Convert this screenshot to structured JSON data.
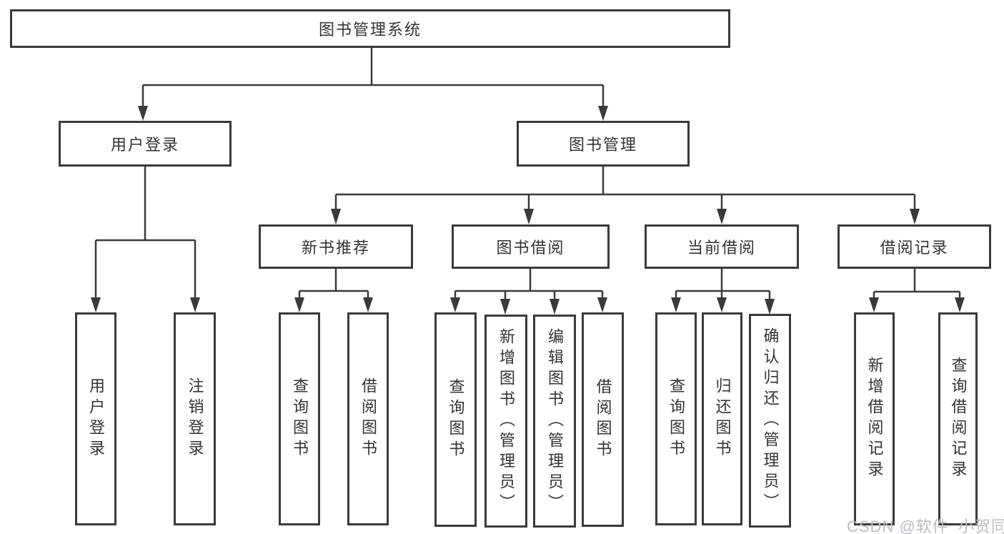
{
  "tree": {
    "root": {
      "label": "图书管理系统"
    },
    "level2": [
      {
        "label": "用户登录",
        "children": [
          {
            "label": "用户登录"
          },
          {
            "label": "注销登录"
          }
        ]
      },
      {
        "label": "图书管理",
        "children": [
          {
            "label": "新书推荐",
            "children": [
              {
                "label": "查询图书"
              },
              {
                "label": "借阅图书"
              }
            ]
          },
          {
            "label": "图书借阅",
            "children": [
              {
                "label": "查询图书"
              },
              {
                "label": "新增图书（管理员）"
              },
              {
                "label": "编辑图书（管理员）"
              },
              {
                "label": "借阅图书"
              }
            ]
          },
          {
            "label": "当前借阅",
            "children": [
              {
                "label": "查询图书"
              },
              {
                "label": "归还图书"
              },
              {
                "label": "确认归还（管理员）"
              }
            ]
          },
          {
            "label": "借阅记录",
            "children": [
              {
                "label": "新增借阅记录"
              },
              {
                "label": "查询借阅记录"
              }
            ]
          }
        ]
      }
    ]
  },
  "watermark": {
    "text": "CSDN @软件_小贺同学"
  },
  "colors": {
    "line": "#3a3a3a",
    "text": "#333333",
    "background": "#ffffff",
    "watermark_text": "#b9bec4"
  }
}
